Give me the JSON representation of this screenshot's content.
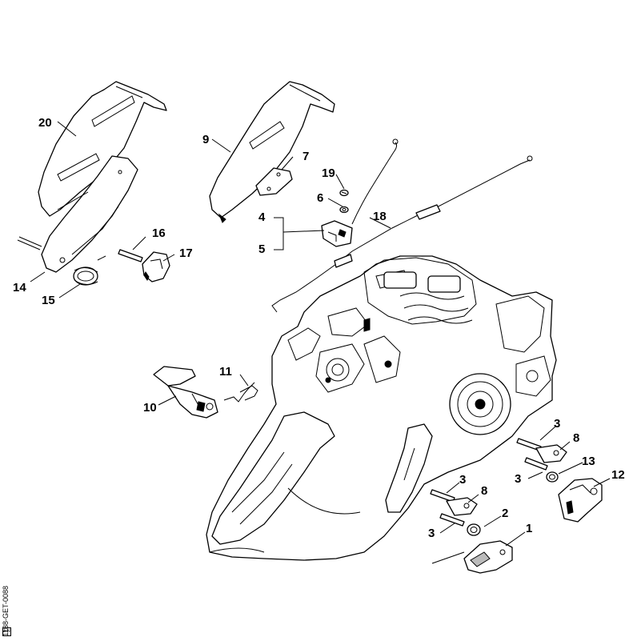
{
  "diagram": {
    "doc_code": "1138-GET-0088",
    "code_box": "EN",
    "callouts": [
      {
        "id": "c20",
        "text": "20"
      },
      {
        "id": "c9",
        "text": "9"
      },
      {
        "id": "c7",
        "text": "7"
      },
      {
        "id": "c19",
        "text": "19"
      },
      {
        "id": "c6",
        "text": "6"
      },
      {
        "id": "c4",
        "text": "4"
      },
      {
        "id": "c18",
        "text": "18"
      },
      {
        "id": "c5",
        "text": "5"
      },
      {
        "id": "c16",
        "text": "16"
      },
      {
        "id": "c17",
        "text": "17"
      },
      {
        "id": "c14",
        "text": "14"
      },
      {
        "id": "c15",
        "text": "15"
      },
      {
        "id": "c11",
        "text": "11"
      },
      {
        "id": "c10",
        "text": "10"
      },
      {
        "id": "c3a",
        "text": "3"
      },
      {
        "id": "c8a",
        "text": "8"
      },
      {
        "id": "c13",
        "text": "13"
      },
      {
        "id": "c3b",
        "text": "3"
      },
      {
        "id": "c12",
        "text": "12"
      },
      {
        "id": "c3c",
        "text": "3"
      },
      {
        "id": "c8b",
        "text": "8"
      },
      {
        "id": "c2",
        "text": "2"
      },
      {
        "id": "c3d",
        "text": "3"
      },
      {
        "id": "c1",
        "text": "1"
      }
    ]
  }
}
